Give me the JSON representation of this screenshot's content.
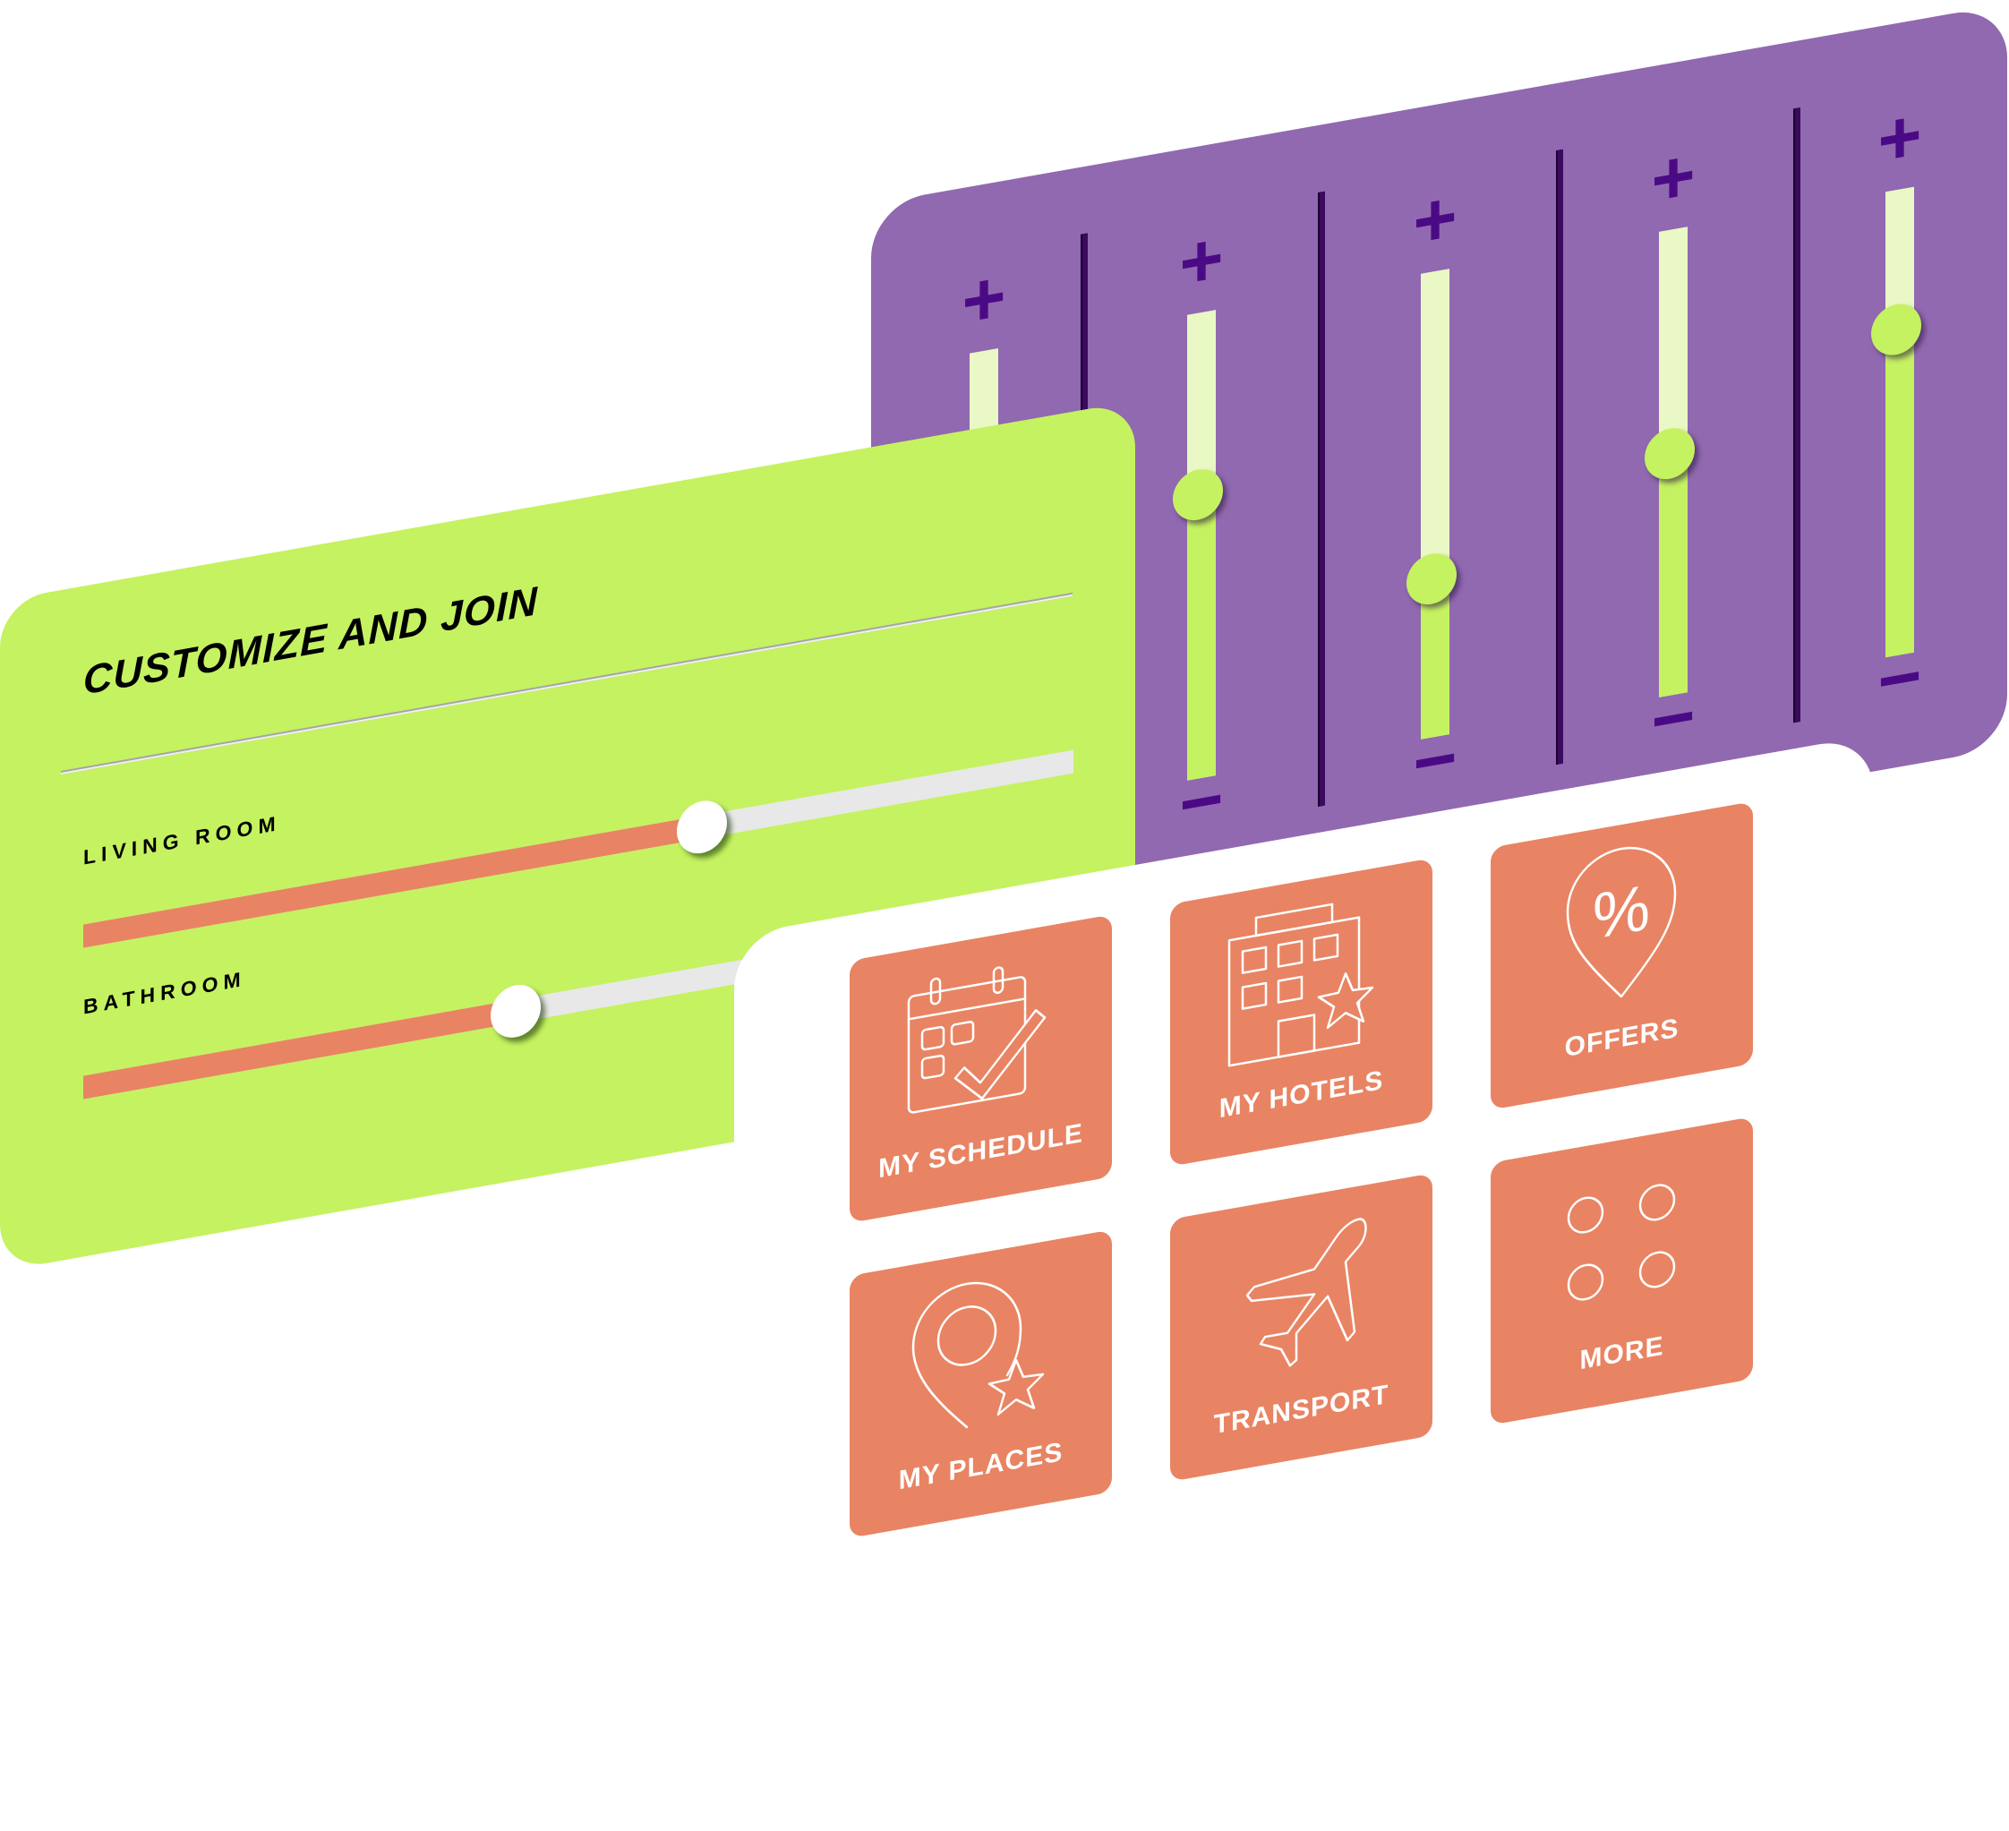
{
  "colors": {
    "purple": "#9169b0",
    "green": "#c5f261",
    "orange": "#e88463",
    "dark_purple": "#4b0a85",
    "light_track": "#e9f8c4"
  },
  "equalizer": {
    "plus_label": "+",
    "minus_label": "−",
    "sliders": [
      {
        "value": null
      },
      {
        "value": 0.61
      },
      {
        "value": 0.34
      },
      {
        "value": 0.52
      },
      {
        "value": 0.7
      }
    ]
  },
  "customize": {
    "title": "CUSTOMIZE AND JOIN",
    "sliders": [
      {
        "label": "LIVING ROOM",
        "value": 0.625
      },
      {
        "label": "BATHROOM",
        "value": 0.437
      }
    ]
  },
  "tiles": [
    {
      "label": "MY SCHEDULE",
      "icon": "calendar-check-icon"
    },
    {
      "label": "MY HOTELS",
      "icon": "hotel-star-icon"
    },
    {
      "label": "OFFERS",
      "icon": "percent-pin-icon"
    },
    {
      "label": "MY PLACES",
      "icon": "map-pin-star-icon"
    },
    {
      "label": "TRANSPORT",
      "icon": "airplane-icon"
    },
    {
      "label": "MORE",
      "icon": "more-dots-icon"
    }
  ]
}
